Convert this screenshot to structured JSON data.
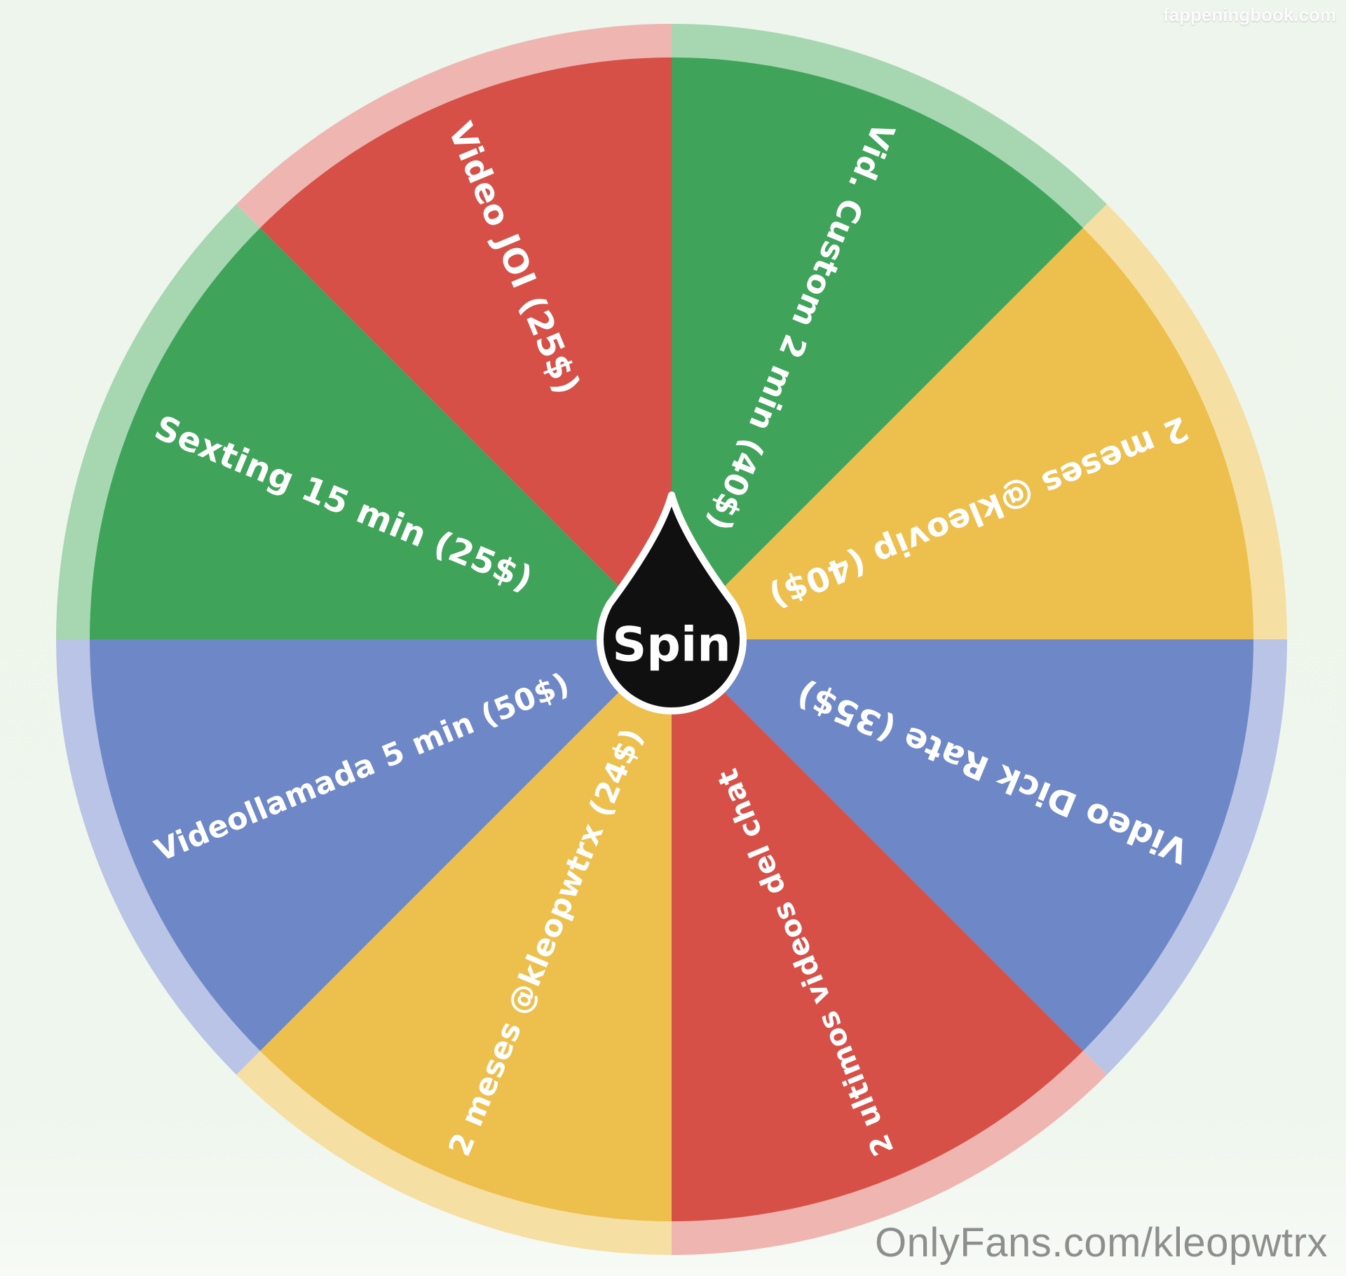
{
  "watermarks": {
    "top": "fappeningbook.com",
    "bottom": "OnlyFans.com/kleopwtrx"
  },
  "spin_button": {
    "label": "Spin",
    "fill": "#101010",
    "outline": "#ffffff"
  },
  "background": {
    "top_color": "#edf5ec",
    "bottom_color": "#f7faf5"
  },
  "wheel": {
    "segments": [
      {
        "label": "Vid. Custom 2 min (40$)",
        "color": "#3fa45a",
        "ring_color": "#a6d7b1"
      },
      {
        "label": "2 meses @kleovip (40$)",
        "color": "#edbf4d",
        "ring_color": "#f6dfa3"
      },
      {
        "label": "Video Dick Rate (35$)",
        "color": "#6e87c6",
        "ring_color": "#b9c4e6"
      },
      {
        "label": "2 ultimos videos del chat",
        "color": "#d65047",
        "ring_color": "#efb5b0"
      },
      {
        "label": "2 meses @kleopwtrx (24$)",
        "color": "#edbf4d",
        "ring_color": "#f6dfa3"
      },
      {
        "label": "Videollamada 5 min (50$)",
        "color": "#6e87c6",
        "ring_color": "#b9c4e6"
      },
      {
        "label": "Sexting 15 min (25$)",
        "color": "#3fa45a",
        "ring_color": "#a6d7b1"
      },
      {
        "label": "Video JOI (25$)",
        "color": "#d65047",
        "ring_color": "#efb5b0"
      }
    ]
  }
}
